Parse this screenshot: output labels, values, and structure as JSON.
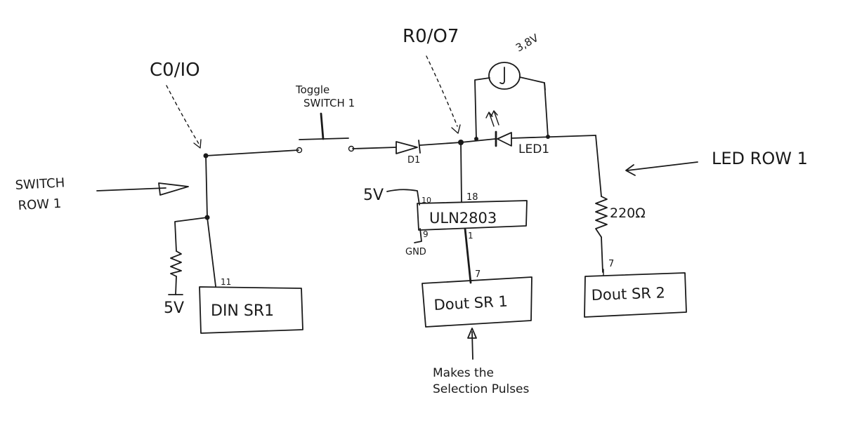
{
  "labels": {
    "c0_io": "C0/IO",
    "r0_o7": "R0/O7",
    "toggle": "Toggle",
    "switch1": "SWITCH 1",
    "d1": "D1",
    "led1": "LED1",
    "lamp_voltage": "3,8V",
    "led_row": "LED ROW 1",
    "switch_row_line1": "SWITCH",
    "switch_row_line2": "ROW 1",
    "five_v_left": "5V",
    "five_v_mid": "5V",
    "gnd": "GND",
    "uln": "ULN2803",
    "pin10": "10",
    "pin18": "18",
    "pin9": "9",
    "pin1": "1",
    "pin11": "11",
    "pin7_mid": "7",
    "pin7_right": "7",
    "resistor_value": "220Ω",
    "din": "DIN SR1",
    "dout1": "Dout SR 1",
    "dout2": "Dout SR 2",
    "note_line1": "Makes the",
    "note_line2": "Selection Pulses"
  }
}
